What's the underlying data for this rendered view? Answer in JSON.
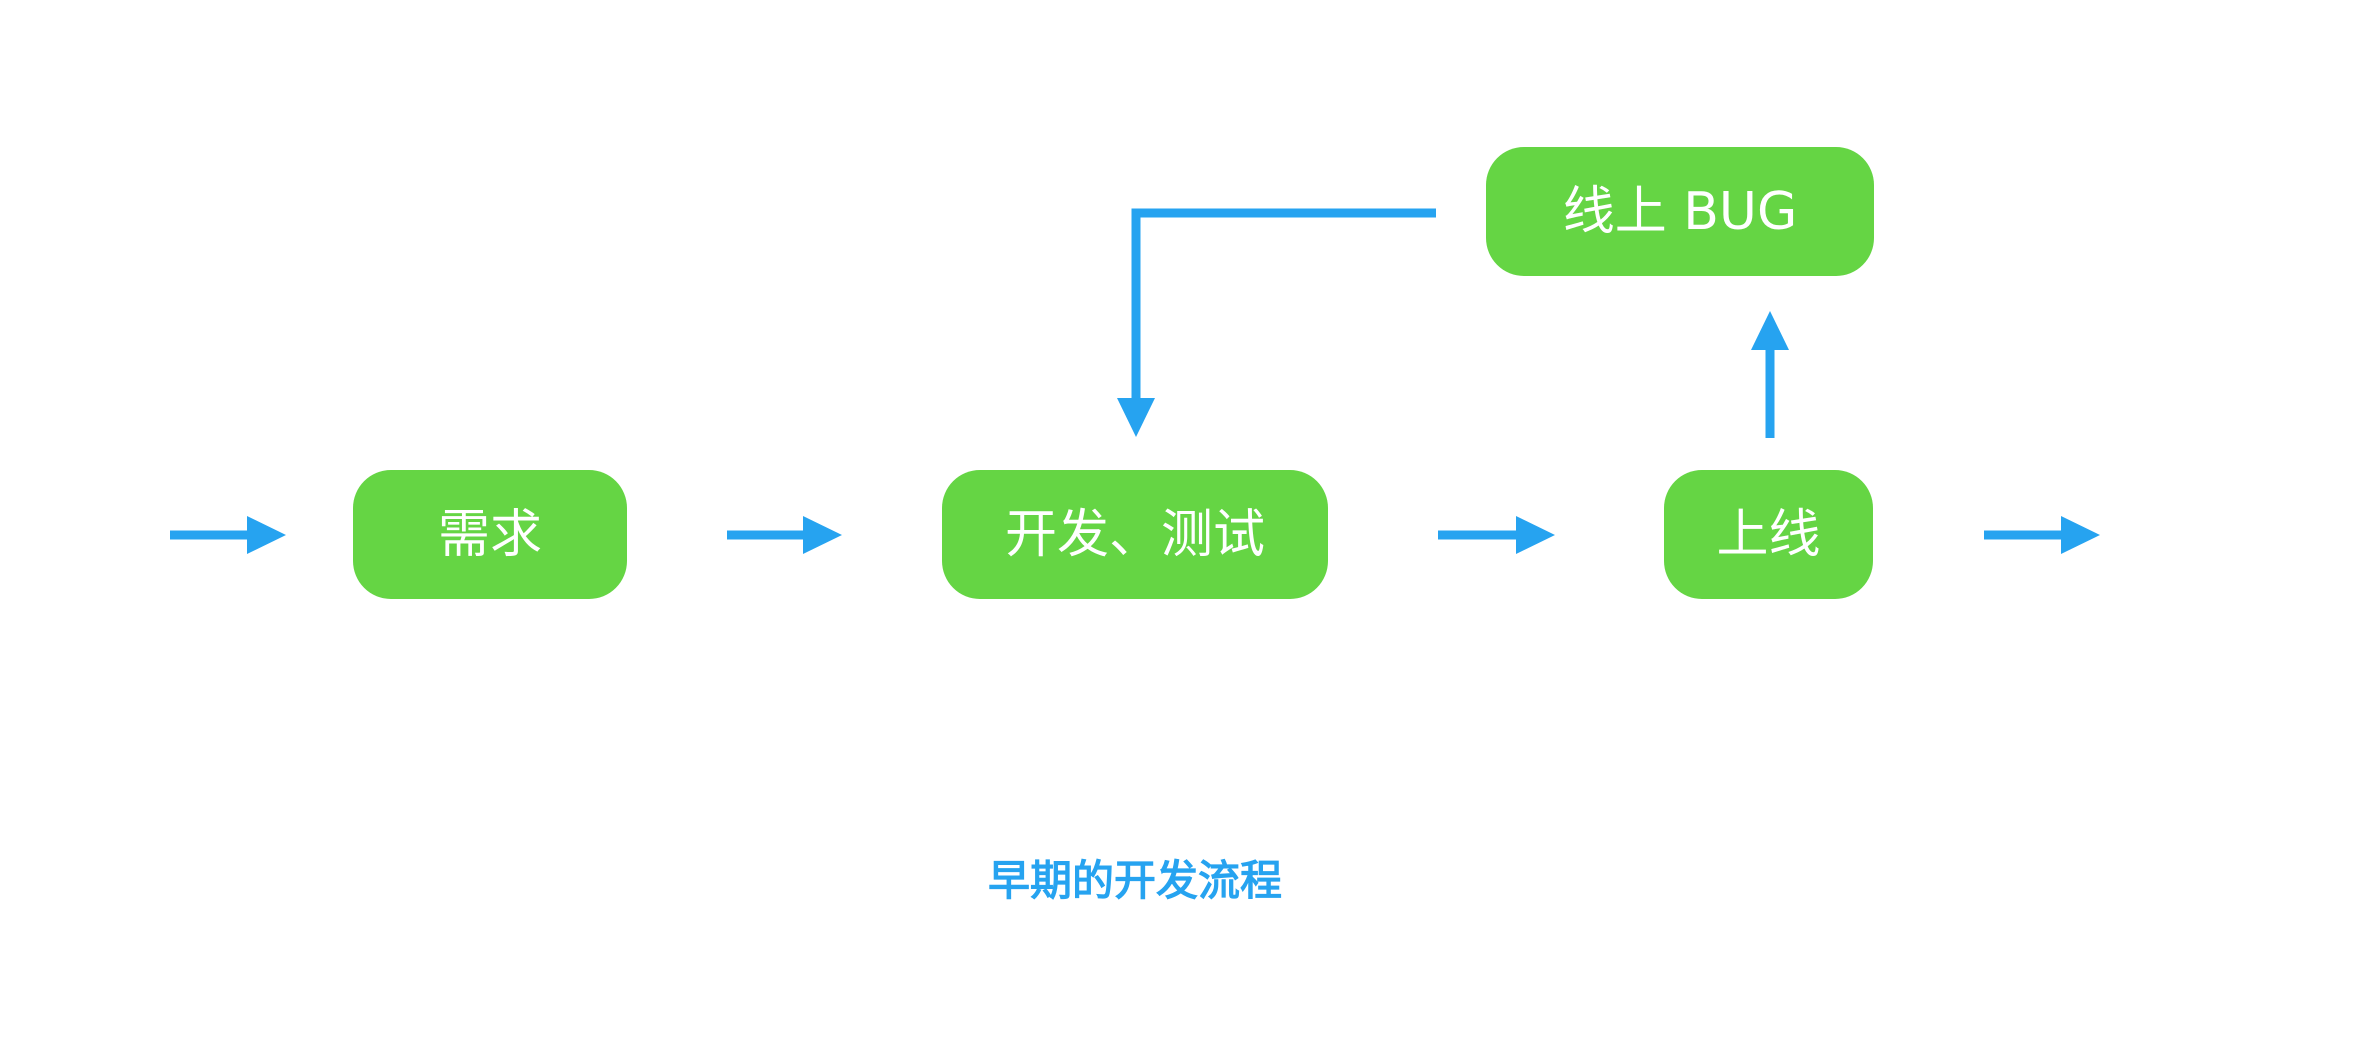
{
  "diagram": {
    "type": "flowchart",
    "colors": {
      "node_fill": "#65d544",
      "node_text": "#ffffff",
      "arrow": "#26a3f0",
      "caption": "#26a3f0"
    },
    "nodes": [
      {
        "id": "requirements",
        "label": "需求"
      },
      {
        "id": "dev_test",
        "label": "开发、测试"
      },
      {
        "id": "release",
        "label": "上线"
      },
      {
        "id": "online_bug",
        "label": "线上 BUG"
      }
    ],
    "edges": [
      {
        "from": "start",
        "to": "requirements"
      },
      {
        "from": "requirements",
        "to": "dev_test"
      },
      {
        "from": "dev_test",
        "to": "release"
      },
      {
        "from": "release",
        "to": "end"
      },
      {
        "from": "release",
        "to": "online_bug"
      },
      {
        "from": "online_bug",
        "to": "dev_test"
      }
    ],
    "caption": "早期的开发流程"
  }
}
